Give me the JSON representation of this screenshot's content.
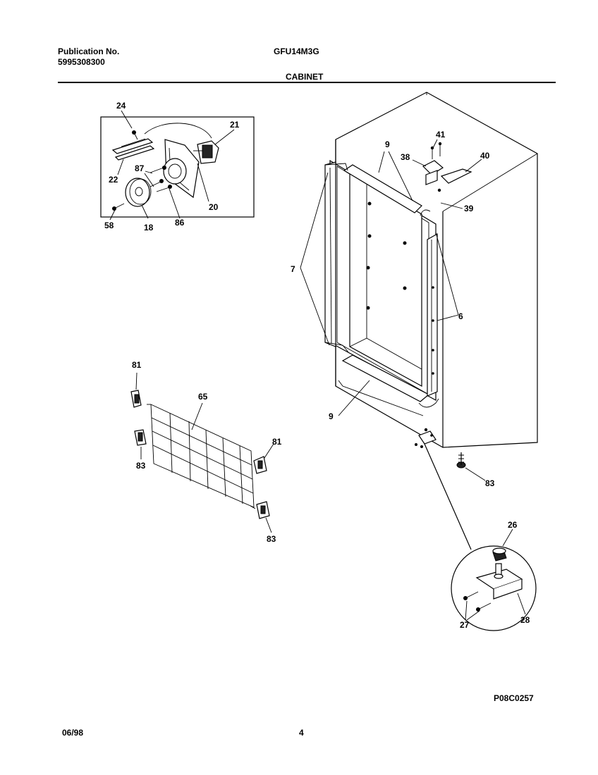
{
  "header": {
    "publication_label": "Publication No.",
    "publication_number": "5995308300",
    "model": "GFU14M3G",
    "section_title": "CABINET"
  },
  "footer": {
    "date": "06/98",
    "page_number": "4",
    "figure_code": "P08C0257"
  },
  "callouts": {
    "inset_top": [
      "24",
      "21",
      "87",
      "22",
      "20",
      "58",
      "18",
      "86"
    ],
    "cabinet": [
      "9",
      "41",
      "38",
      "40",
      "39",
      "7",
      "6",
      "9",
      "83"
    ],
    "shelf": [
      "81",
      "65",
      "81",
      "83",
      "83"
    ],
    "hinge_detail": [
      "26",
      "27",
      "28"
    ]
  }
}
